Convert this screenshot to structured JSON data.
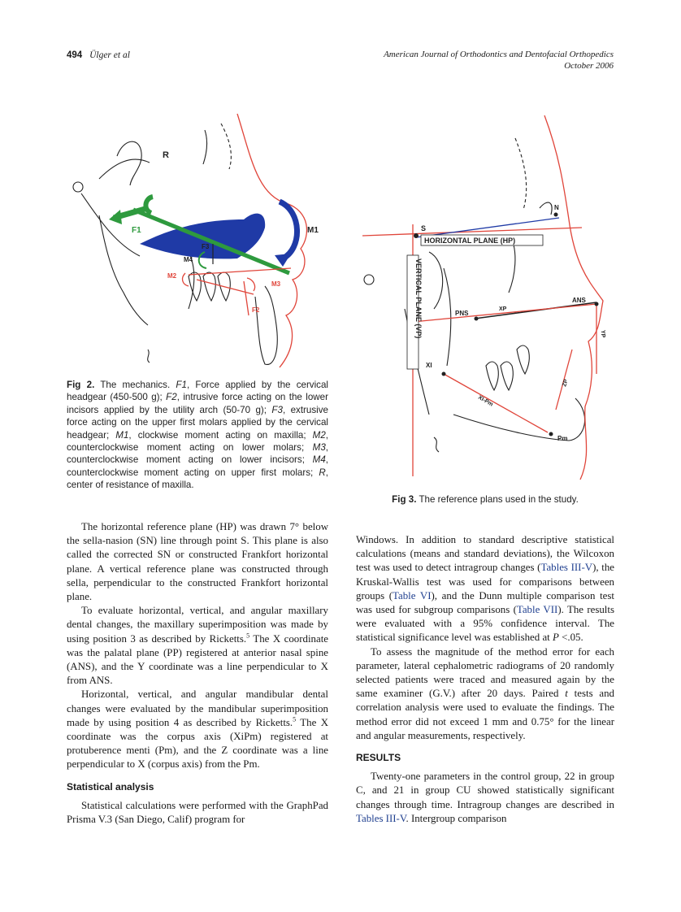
{
  "header": {
    "page_number": "494",
    "authors": "Ülger et al",
    "journal": "American Journal of Orthodontics and Dentofacial Orthopedics",
    "date": "October 2006"
  },
  "figure2": {
    "labels": {
      "R": "R",
      "F1": "F1",
      "F2": "F2",
      "F3": "F3",
      "M1": "M1",
      "M2": "M2",
      "M3": "M3",
      "M4": "M4"
    },
    "colors": {
      "green": "#2e9a3e",
      "blue": "#1f3aa6",
      "red": "#e0453a"
    },
    "caption_lead": "Fig 2.",
    "caption_parts": [
      " The mechanics. ",
      "F1",
      ", Force applied by the cervical headgear (450-500 g); ",
      "F2",
      ", intrusive force acting on the lower incisors applied by the utility arch (50-70 g); ",
      "F3",
      ", extrusive force acting on the upper first molars applied by the cervical headgear; ",
      "M1",
      ", clockwise moment acting on maxilla; ",
      "M2",
      ", counterclockwise moment acting on lower molars; ",
      "M3",
      ", counterclockwise moment acting on lower incisors; ",
      "M4",
      ", counterclockwise moment acting on upper first molars; ",
      "R",
      ", center of resistance of maxilla."
    ]
  },
  "figure3": {
    "labels": {
      "S": "S",
      "N": "N",
      "HP": "HORIZONTAL PLANE (HP)",
      "VP": "VERTICAL PLANE (VP)",
      "PNS": "PNS",
      "ANS": "ANS",
      "XP": "XP",
      "YP": "YP",
      "XI": "XI",
      "XIPM": "XI-Pm",
      "ZP": "ZP",
      "PM": "Pm"
    },
    "colors": {
      "red": "#e0453a",
      "blue": "#1f3aa6"
    },
    "caption_lead": "Fig 3.",
    "caption_text": " The reference plans used in the study."
  },
  "left_column": {
    "p1": "The horizontal reference plane (HP) was drawn 7° below the sella-nasion (SN) line through point S. This plane is also called the corrected SN or constructed Frankfort horizontal plane. A vertical reference plane was constructed through sella, perpendicular to the constructed Frankfort horizontal plane.",
    "p2a": "To evaluate horizontal, vertical, and angular maxillary dental changes, the maxillary superimposition was made by using position 3 as described by Ricketts.",
    "p2_ref": "5",
    "p2b": " The X coordinate was the palatal plane (PP) registered at anterior nasal spine (ANS), and the Y coordinate was a line perpendicular to X from ANS.",
    "p3a": "Horizontal, vertical, and angular mandibular dental changes were evaluated by the mandibular superimposition made by using position 4 as described by Ricketts.",
    "p3_ref": "5",
    "p3b": " The X coordinate was the corpus axis (XiPm) registered at protuberence menti (Pm), and the Z coordinate was a line perpendicular to X (corpus axis) from the Pm.",
    "heading_stats": "Statistical analysis",
    "p4": "Statistical calculations were performed with the GraphPad Prisma V.3 (San Diego, Calif) program for"
  },
  "right_column": {
    "p1a": "Windows. In addition to standard descriptive statistical calculations (means and standard deviations), the Wilcoxon test was used to detect intragroup changes (",
    "p1_link1": "Tables III-V",
    "p1b": "), the Kruskal-Wallis test was used for comparisons between groups (",
    "p1_link2": "Table VI",
    "p1c": "), and the Dunn multiple comparison test was used for subgroup comparisons (",
    "p1_link3": "Table VII",
    "p1d": "). The results were evaluated with a 95% confidence interval. The statistical significance level was established at ",
    "p1_p": "P",
    "p1e": " <.05.",
    "p2a": "To assess the magnitude of the method error for each parameter, lateral cephalometric radiograms of 20 randomly selected patients were traced and measured again by the same examiner (G.V.) after 20 days. Paired ",
    "p2_t": "t",
    "p2b": " tests and correlation analysis were used to evaluate the findings. The method error did not exceed 1 mm and 0.75° for the linear and angular measurements, respectively.",
    "heading_results": "RESULTS",
    "p3a": "Twenty-one parameters in the control group, 22 in group C, and 21 in group CU showed statistically significant changes through time. Intragroup changes are described in ",
    "p3_link": "Tables III-V",
    "p3b": ". Intergroup comparison"
  }
}
